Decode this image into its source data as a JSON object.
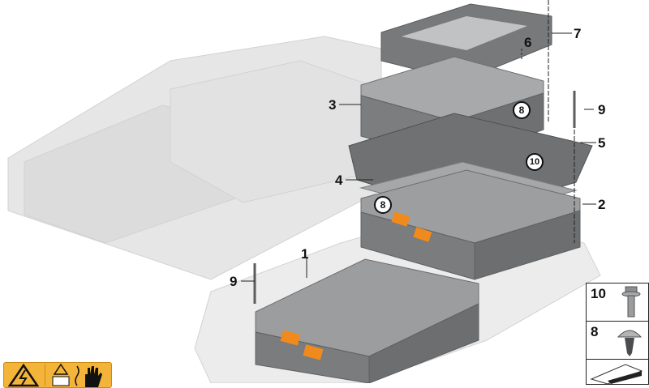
{
  "diagram": {
    "type": "exploded parts diagram",
    "subject": "High-voltage battery unit assembly",
    "callouts": [
      {
        "id": "1",
        "label": "1"
      },
      {
        "id": "2",
        "label": "2"
      },
      {
        "id": "3",
        "label": "3"
      },
      {
        "id": "4",
        "label": "4"
      },
      {
        "id": "5",
        "label": "5"
      },
      {
        "id": "6",
        "label": "6"
      },
      {
        "id": "7",
        "label": "7"
      },
      {
        "id": "9a",
        "label": "9"
      },
      {
        "id": "9b",
        "label": "9"
      }
    ],
    "circled_callouts": [
      {
        "id": "8a",
        "label": "8"
      },
      {
        "id": "8b",
        "label": "8"
      },
      {
        "id": "10",
        "label": "10"
      }
    ],
    "legend": [
      {
        "label": "10",
        "icon": "hex-flange-bolt-icon"
      },
      {
        "label": "8",
        "icon": "push-rivet-clip-icon"
      },
      {
        "label": "",
        "icon": "wedge-block-icon"
      }
    ],
    "warning_label": {
      "icons": [
        "high-voltage-warning-icon",
        "read-manual-icon",
        "no-touch-hand-icon"
      ]
    },
    "colors": {
      "part_gray": "#8e9092",
      "ghost_gray": "#e1e1e1",
      "connector_orange": "#f08a1c",
      "warning_yellow": "#f4b43a"
    }
  }
}
